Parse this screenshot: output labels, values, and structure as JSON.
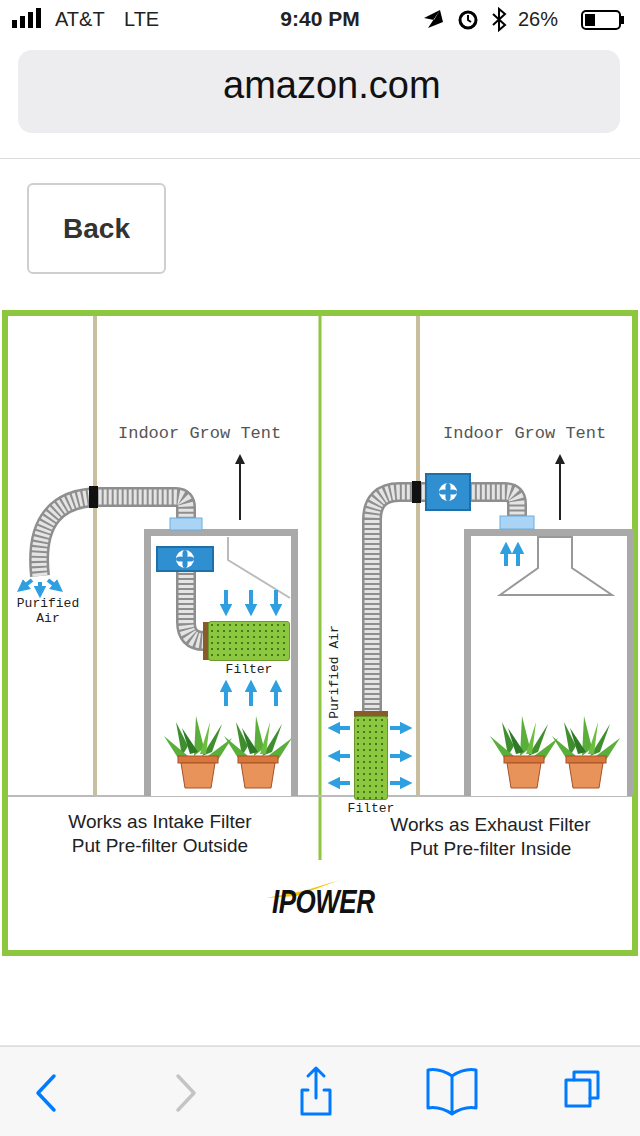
{
  "diagram": {
    "nodes": [
      {
        "text": [
          "amazon.com"
        ]
      },
      {
        "text": [
          "Back"
        ]
      },
      {
        "text": [
          "Filter"
        ]
      },
      {
        "text": [
          "Filter"
        ]
      }
    ],
    "labels": [
      "AT&T",
      "LTE",
      "9:40 PM",
      "26%",
      "Indoor Grow Tent",
      "Purified Air",
      "Works as Intake Filter Put Pre-filter Outside",
      "Indoor Grow Tent",
      "Purified Air",
      "Works as Exhaust Filter Put Pre-filter Inside",
      "IPOWER"
    ]
  }
}
